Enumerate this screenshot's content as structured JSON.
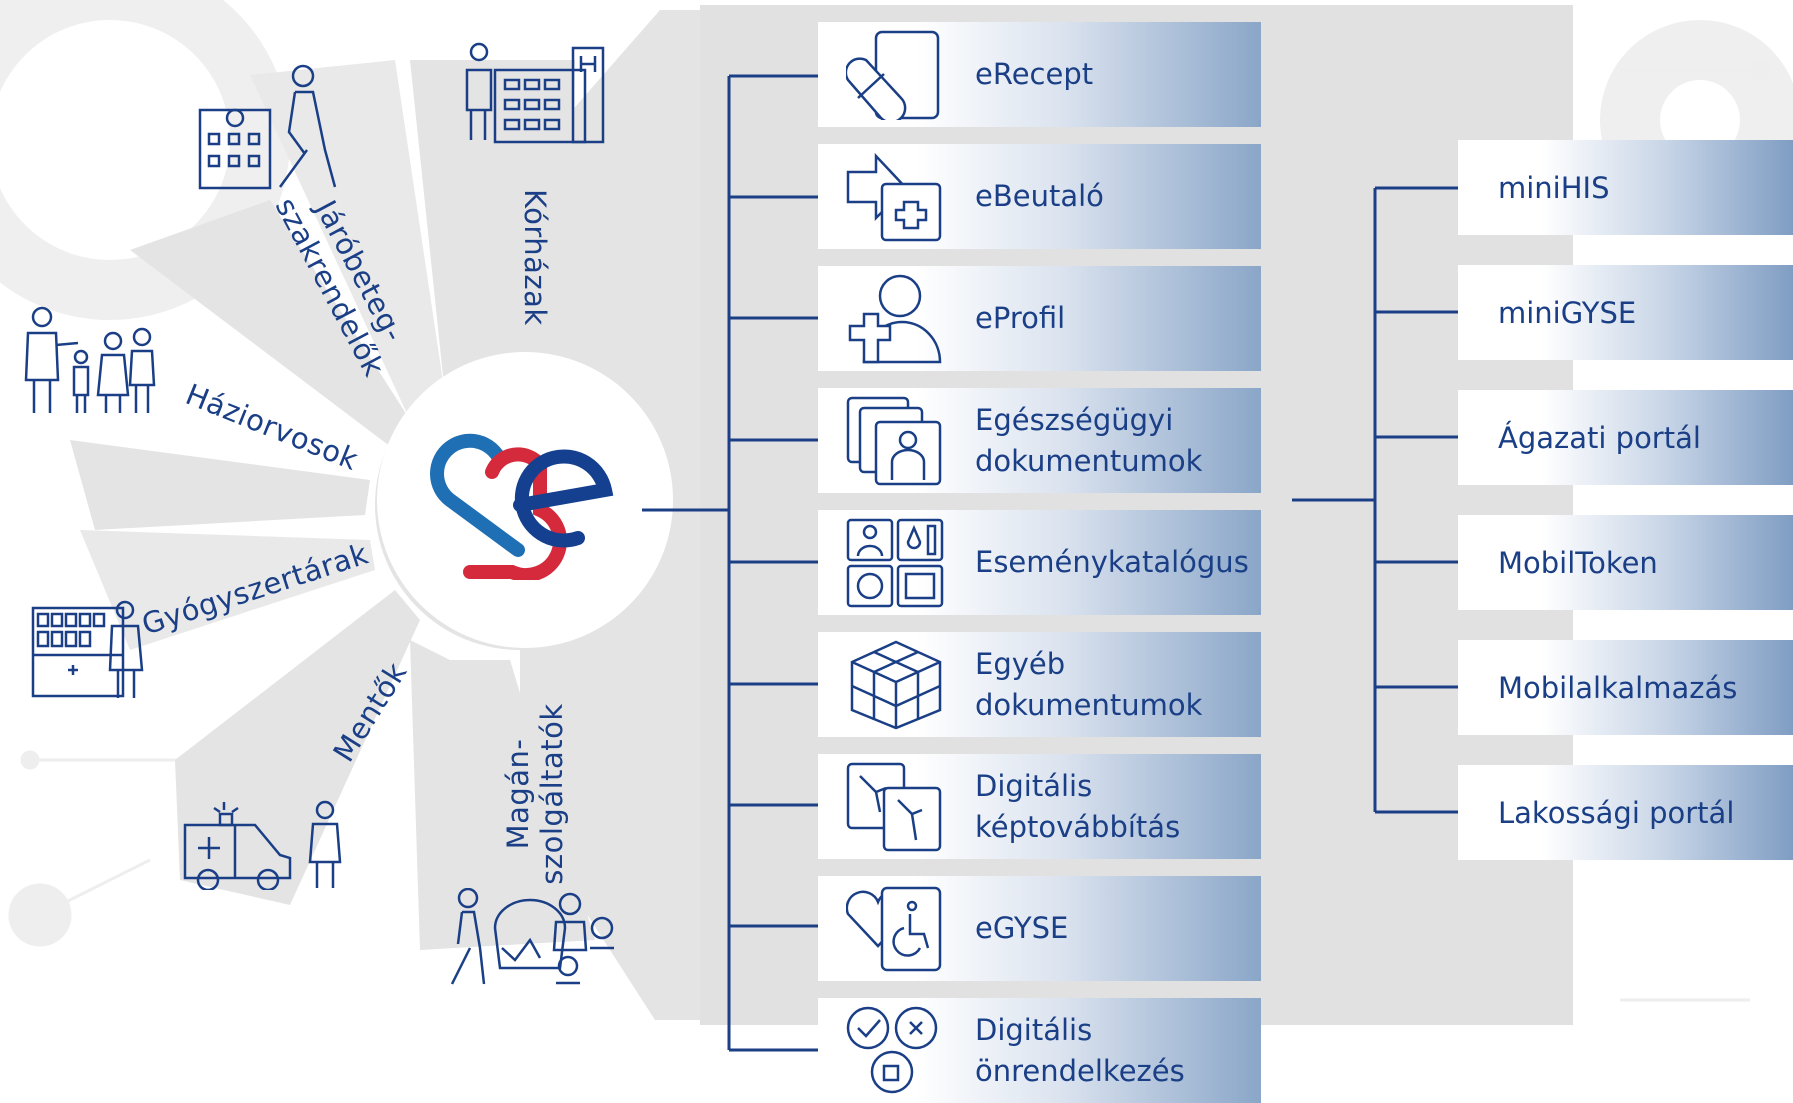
{
  "sectors": [
    {
      "id": "korhazak",
      "label": "Kórházak"
    },
    {
      "id": "jarobeteg",
      "label": "Járóbeteg-\nszakrendelők"
    },
    {
      "id": "haziorvosok",
      "label": "Háziorvosok"
    },
    {
      "id": "gyogyszertarak",
      "label": "Gyógyszertárak"
    },
    {
      "id": "mentok",
      "label": "Mentők"
    },
    {
      "id": "magan",
      "label": "Magán-\nszolgáltatók"
    }
  ],
  "services": [
    {
      "label": "eRecept",
      "icon": "pill-icon"
    },
    {
      "label": "eBeutaló",
      "icon": "referral-icon"
    },
    {
      "label": "eProfil",
      "icon": "profile-icon"
    },
    {
      "label": "Egészségügyi\ndokumentumok",
      "icon": "medical-documents-icon"
    },
    {
      "label": "Eseménykatalógus",
      "icon": "event-catalog-icon"
    },
    {
      "label": "Egyéb\ndokumentumok",
      "icon": "cube-documents-icon"
    },
    {
      "label": "Digitális\nképtovábbítás",
      "icon": "xray-icon"
    },
    {
      "label": "eGYSE",
      "icon": "wheelchair-card-icon"
    },
    {
      "label": "Digitális\nönrendelkezés",
      "icon": "consent-icon"
    }
  ],
  "apps": [
    {
      "label": "miniHIS"
    },
    {
      "label": "miniGYSE"
    },
    {
      "label": "Ágazati portál"
    },
    {
      "label": "MobilToken"
    },
    {
      "label": "Mobilalkalmazás"
    },
    {
      "label": "Lakossági portál"
    }
  ],
  "colors": {
    "primary": "#1a3f86",
    "background_shape": "#e1e1e1",
    "logo_blue": "#1f6fb5",
    "logo_red": "#d42a3c",
    "logo_navy": "#14408f"
  }
}
